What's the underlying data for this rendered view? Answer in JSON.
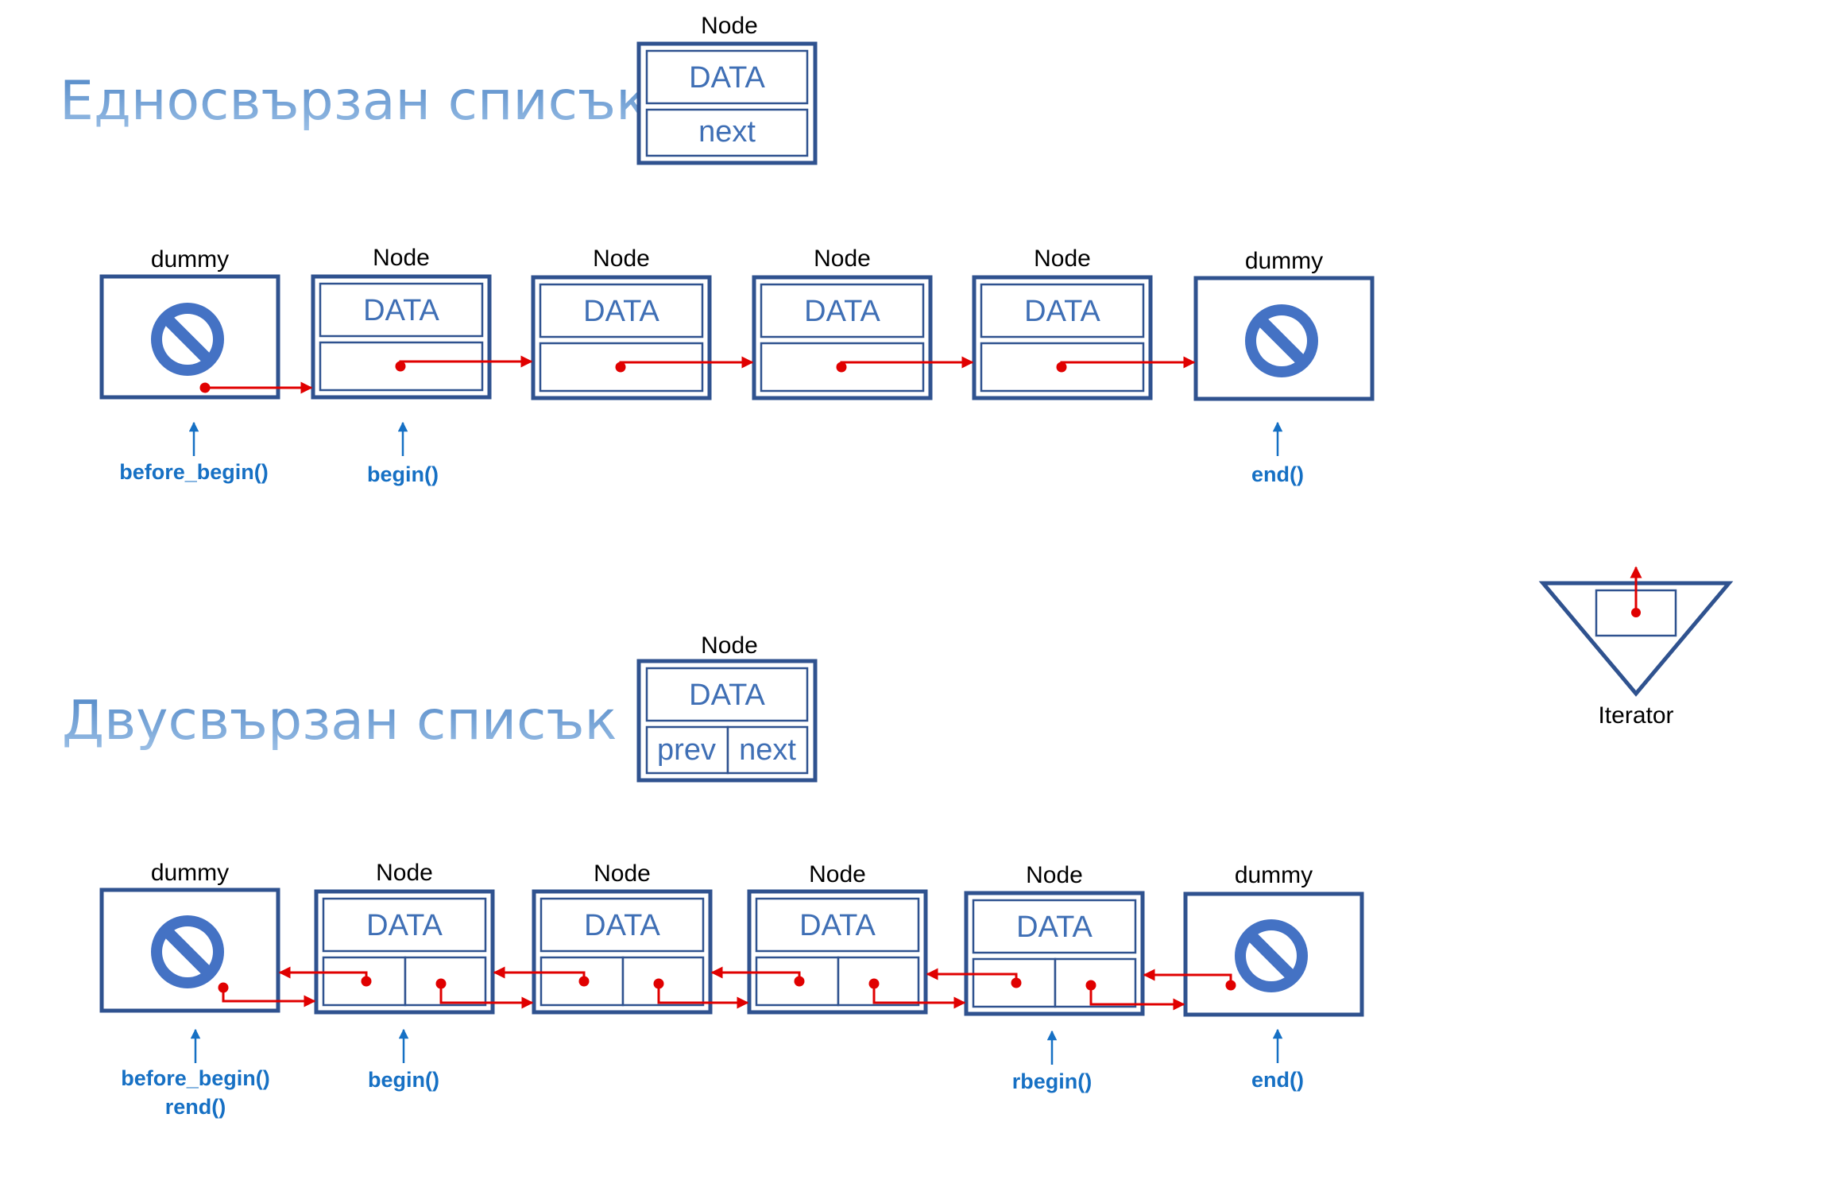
{
  "titles": {
    "singly": "Едносвързан списък",
    "doubly": "Двусвързан списък"
  },
  "node_template": {
    "label": "Node",
    "data": "DATA",
    "next": "next",
    "prev": "prev"
  },
  "singly_list": {
    "nodes": [
      {
        "label": "dummy",
        "kind": "dummy"
      },
      {
        "label": "Node",
        "kind": "node",
        "data": "DATA"
      },
      {
        "label": "Node",
        "kind": "node",
        "data": "DATA"
      },
      {
        "label": "Node",
        "kind": "node",
        "data": "DATA"
      },
      {
        "label": "Node",
        "kind": "node",
        "data": "DATA"
      },
      {
        "label": "dummy",
        "kind": "dummy"
      }
    ],
    "pointers": [
      {
        "node_index": 0,
        "text": "before_begin()"
      },
      {
        "node_index": 1,
        "text": "begin()"
      },
      {
        "node_index": 5,
        "text": "end()"
      }
    ]
  },
  "doubly_list": {
    "nodes": [
      {
        "label": "dummy",
        "kind": "dummy"
      },
      {
        "label": "Node",
        "kind": "node",
        "data": "DATA"
      },
      {
        "label": "Node",
        "kind": "node",
        "data": "DATA"
      },
      {
        "label": "Node",
        "kind": "node",
        "data": "DATA"
      },
      {
        "label": "Node",
        "kind": "node",
        "data": "DATA"
      },
      {
        "label": "dummy",
        "kind": "dummy"
      }
    ],
    "pointers": [
      {
        "node_index": 0,
        "text": "before_begin()",
        "text2": "rend()"
      },
      {
        "node_index": 1,
        "text": "begin()"
      },
      {
        "node_index": 4,
        "text": "rbegin()"
      },
      {
        "node_index": 5,
        "text": "end()"
      }
    ]
  },
  "iterator": {
    "label": "Iterator"
  },
  "colors": {
    "box_border": "#2f528f",
    "data_text": "#3f6fb5",
    "title_text": "#4f86c6",
    "link_arrow": "#e00000",
    "pointer_label": "#1670c4"
  }
}
